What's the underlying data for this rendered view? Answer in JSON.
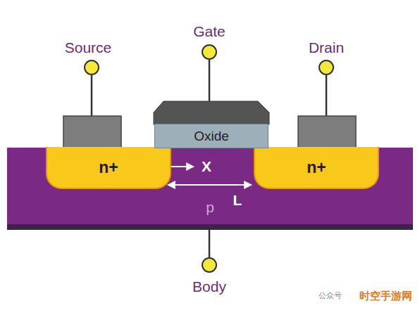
{
  "diagram": {
    "nodes": [
      {
        "text": [
          "p"
        ]
      },
      {
        "text": [
          "n+"
        ],
        "in": 0
      },
      {
        "text": [
          "Oxide"
        ]
      },
      {
        "text": [
          "n+"
        ],
        "in": 0
      }
    ],
    "labels": [
      "Source",
      "Gate",
      "Drain",
      "Body",
      "X",
      "L",
      "公众号",
      "时空手游网"
    ]
  }
}
